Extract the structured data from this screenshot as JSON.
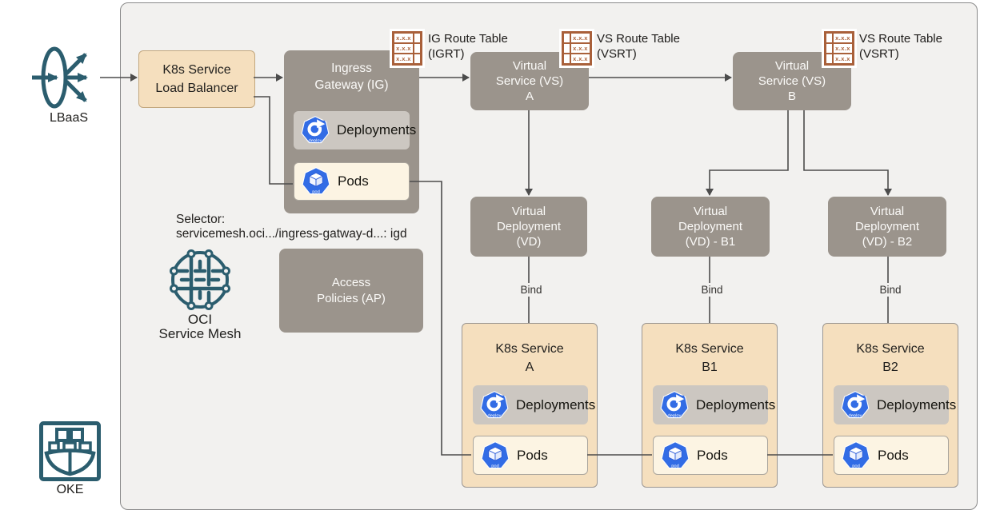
{
  "colors": {
    "teal": "#2b5d6e",
    "box_gray": "#9b948c",
    "chip_gray": "#ccc7c1",
    "chip_cream": "#fcf4e3",
    "tan": "#f5dfbe",
    "k8s_blue": "#326ce5",
    "route_table_brown": "#a9603a",
    "wire": "#4c4c4c",
    "canvas_bg": "#f2f1ef"
  },
  "lbaas": {
    "label": "LBaaS"
  },
  "oke": {
    "label": "OKE"
  },
  "load_balancer": {
    "lines": [
      "K8s Service",
      "Load Balancer"
    ]
  },
  "ingress_gateway": {
    "lines": [
      "Ingress",
      "Gateway (IG)"
    ],
    "deployments_label": "Deployments",
    "pods_label": "Pods"
  },
  "route_tables": [
    {
      "lines": [
        "IG Route Table",
        "(IGRT)"
      ],
      "rows": [
        "x.x.x",
        "x.x.x",
        "x.x.x"
      ]
    },
    {
      "lines": [
        "VS Route Table",
        "(VSRT)"
      ],
      "rows": [
        "x.x.x",
        "x.x.x",
        "x.x.x"
      ]
    },
    {
      "lines": [
        "VS Route Table",
        "(VSRT)"
      ],
      "rows": [
        "x.x.x",
        "x.x.x",
        "x.x.x"
      ]
    }
  ],
  "virtual_services": [
    {
      "lines": [
        "Virtual",
        "Service (VS)",
        "A"
      ]
    },
    {
      "lines": [
        "Virtual",
        "Service (VS)",
        "B"
      ]
    }
  ],
  "virtual_deployments": [
    {
      "lines": [
        "Virtual",
        "Deployment",
        "(VD)"
      ]
    },
    {
      "lines": [
        "Virtual",
        "Deployment",
        "(VD) - B1"
      ]
    },
    {
      "lines": [
        "Virtual",
        "Deployment",
        "(VD) - B2"
      ]
    }
  ],
  "access_policies": {
    "lines": [
      "Access",
      "Policies (AP)"
    ]
  },
  "selector": {
    "line1": "Selector:",
    "line2": "servicemesh.oci.../ingress-gatway-d...: igd"
  },
  "service_mesh": {
    "lines": [
      "OCI",
      "Service Mesh"
    ]
  },
  "bind_label": "Bind",
  "k8s_services": [
    {
      "lines": [
        "K8s Service",
        "A"
      ],
      "deployments_label": "Deployments",
      "pods_label": "Pods"
    },
    {
      "lines": [
        "K8s Service",
        "B1"
      ],
      "deployments_label": "Deployments",
      "pods_label": "Pods"
    },
    {
      "lines": [
        "K8s Service",
        "B2"
      ],
      "deployments_label": "Deployments",
      "pods_label": "Pods"
    }
  ],
  "icons": {
    "deploy_badge": "deploy",
    "pod_badge": "pod"
  }
}
